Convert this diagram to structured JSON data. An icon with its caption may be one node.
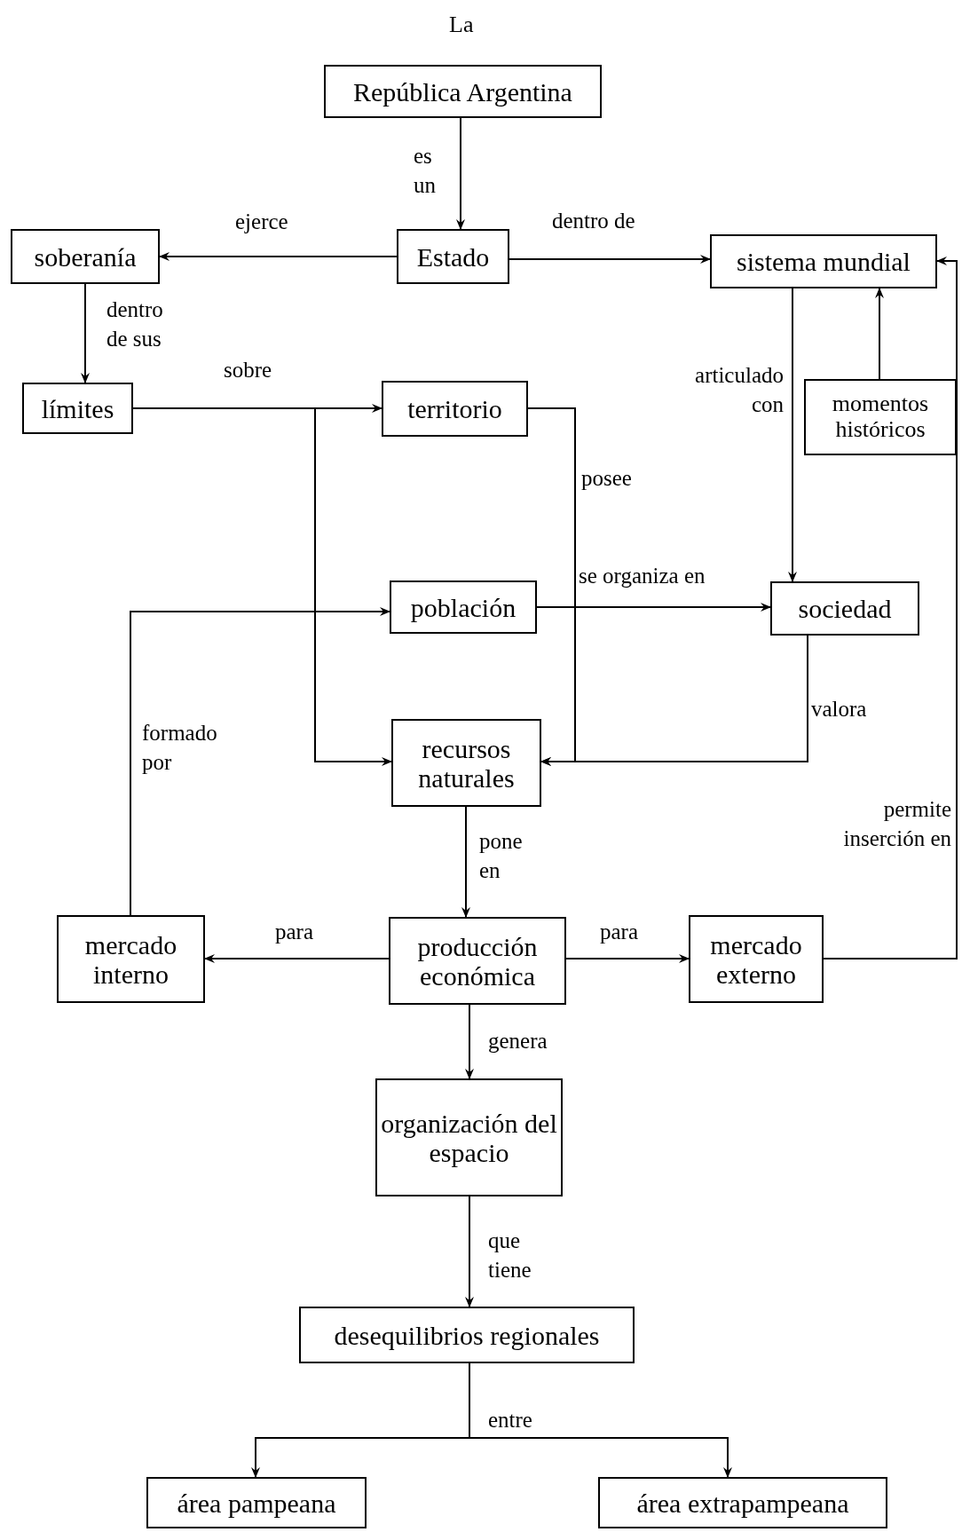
{
  "diagram": {
    "nodes": [
      {
        "text": [
          "República Argentina"
        ]
      },
      {
        "text": [
          "Estado"
        ]
      },
      {
        "text": [
          "soberanía"
        ]
      },
      {
        "text": [
          "sistema mundial"
        ]
      },
      {
        "text": [
          "límites"
        ]
      },
      {
        "text": [
          "territorio"
        ]
      },
      {
        "text": [
          "momentos históricos"
        ]
      },
      {
        "text": [
          "población"
        ]
      },
      {
        "text": [
          "sociedad"
        ]
      },
      {
        "text": [
          "recursos naturales"
        ]
      },
      {
        "text": [
          "mercado interno"
        ]
      },
      {
        "text": [
          "producción económica"
        ]
      },
      {
        "text": [
          "mercado externo"
        ]
      },
      {
        "text": [
          "organización del espacio"
        ]
      },
      {
        "text": [
          "desequilibrios regionales"
        ]
      },
      {
        "text": [
          "área pampeana"
        ]
      },
      {
        "text": [
          "área extrapampeana"
        ]
      }
    ],
    "edges": [
      {
        "from": 0,
        "to": 1,
        "arrow": "to",
        "label": "es un"
      },
      {
        "from": 1,
        "to": 2,
        "arrow": "to",
        "label": "ejerce"
      },
      {
        "from": 1,
        "to": 3,
        "arrow": "to",
        "label": "dentro de"
      },
      {
        "from": 2,
        "to": 4,
        "arrow": "to",
        "label": "dentro de sus"
      },
      {
        "from": 4,
        "to": 5,
        "arrow": "to",
        "label": "sobre"
      },
      {
        "from": 4,
        "to": 9,
        "arrow": "to"
      },
      {
        "from": 5,
        "to": 9,
        "arrow": "to",
        "label": "posee"
      },
      {
        "from": 7,
        "to": 8,
        "arrow": "to",
        "label": "se organiza en"
      },
      {
        "from": 3,
        "to": 8,
        "arrow": "to",
        "label": "articulado con"
      },
      {
        "from": 6,
        "to": 3,
        "arrow": "to"
      },
      {
        "from": 8,
        "to": 9,
        "arrow": "to",
        "label": "valora"
      },
      {
        "from": 10,
        "to": 7,
        "arrow": "to",
        "label": "formado por"
      },
      {
        "from": 9,
        "to": 11,
        "arrow": "to",
        "label": "pone en"
      },
      {
        "from": 11,
        "to": 10,
        "arrow": "to",
        "label": "para"
      },
      {
        "from": 11,
        "to": 12,
        "arrow": "to",
        "label": "para"
      },
      {
        "from": 12,
        "to": 3,
        "arrow": "to",
        "label": "permite inserción en"
      },
      {
        "from": 11,
        "to": 13,
        "arrow": "to",
        "label": "genera"
      },
      {
        "from": 13,
        "to": 14,
        "arrow": "to",
        "label": "que tiene"
      },
      {
        "from": 14,
        "to": 15,
        "arrow": "to",
        "label": "entre"
      },
      {
        "from": 14,
        "to": 16,
        "arrow": "to"
      }
    ],
    "labels": [
      "La"
    ]
  }
}
